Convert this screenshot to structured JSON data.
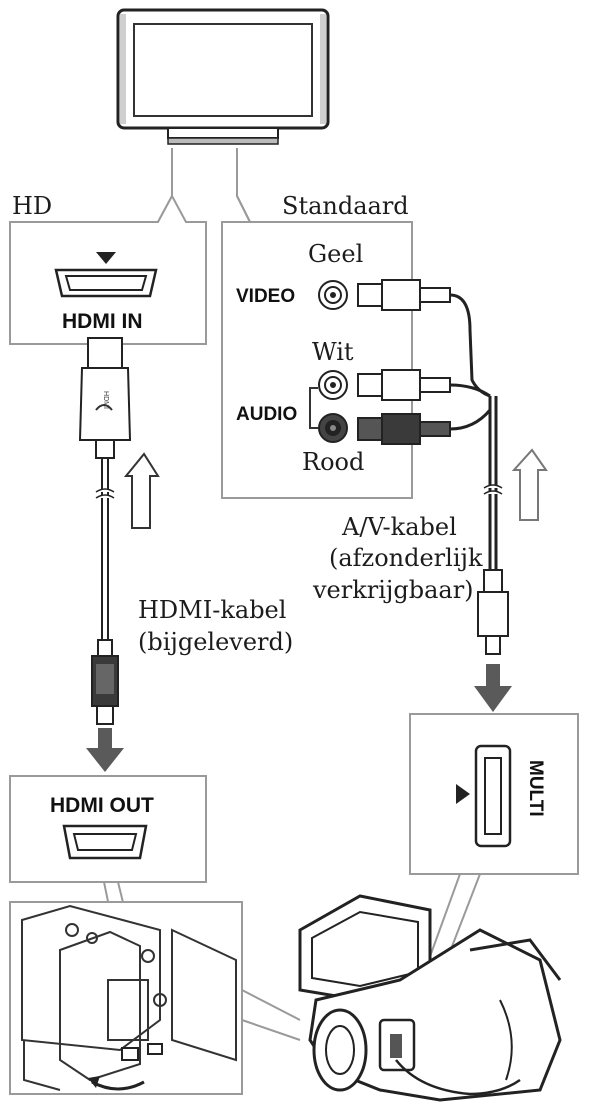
{
  "labels": {
    "hd": "HD",
    "standard": "Standaard",
    "hdmi_in": "HDMI IN",
    "hdmi_out": "HDMI OUT",
    "video": "VIDEO",
    "audio": "AUDIO",
    "yellow": "Geel",
    "white": "Wit",
    "red": "Rood",
    "av_cable_line1": "A/V-kabel",
    "av_cable_line2": "(afzonderlijk",
    "av_cable_line3": "verkrijgbaar)",
    "hdmi_cable_line1": "HDMI-kabel",
    "hdmi_cable_line2": "(bijgeleverd)",
    "multi": "MULTI"
  },
  "colors": {
    "panel_border": "#9a9a9a",
    "arrow": "#5a5a5a",
    "cable": "#2a2a2a"
  }
}
